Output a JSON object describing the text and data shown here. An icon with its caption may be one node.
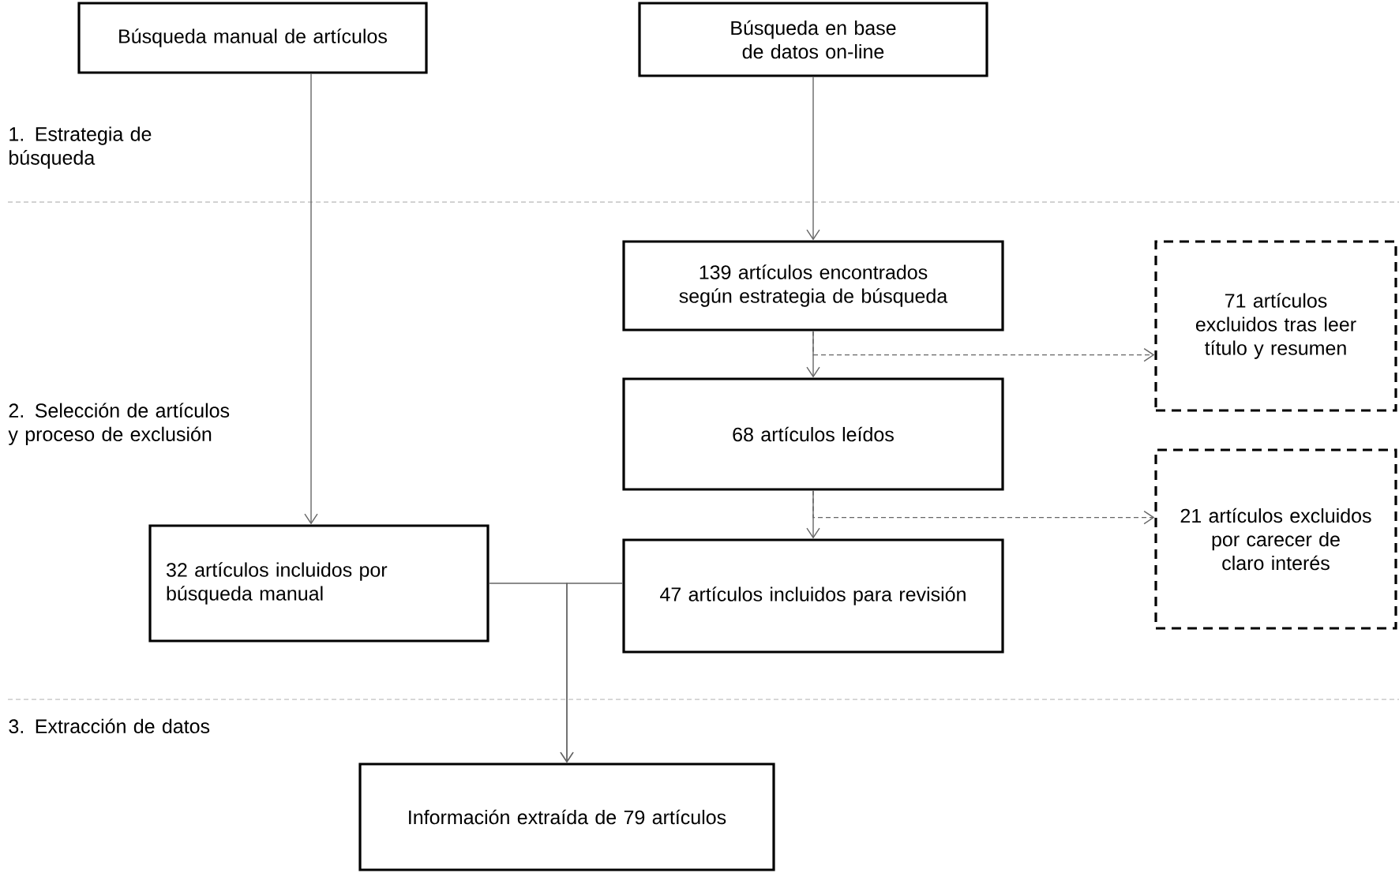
{
  "diagram": {
    "nodes": [
      {
        "text": [
          "Búsqueda manual de artículos"
        ]
      },
      {
        "text": [
          "Búsqueda en base de datos on-line"
        ]
      },
      {
        "text": [
          "139 artículos encontrados según estrategia de búsqueda"
        ]
      },
      {
        "text": [
          "71 artículos excluidos tras leer título y resumen"
        ]
      },
      {
        "text": [
          "68 artículos leídos"
        ]
      },
      {
        "text": [
          "21 artículos excluidos por carecer de claro interés"
        ]
      },
      {
        "text": [
          "32 artículos incluidos por búsqueda manual"
        ]
      },
      {
        "text": [
          "47 artículos incluidos para revisión"
        ]
      },
      {
        "text": [
          "Información extraída de 79 artículos"
        ]
      }
    ],
    "edges": [
      {
        "from": 0,
        "to": 6,
        "arrow": "to"
      },
      {
        "from": 1,
        "to": 2,
        "arrow": "to"
      },
      {
        "from": 2,
        "to": 4,
        "arrow": "to"
      },
      {
        "from": 2,
        "to": 3,
        "arrow": "to",
        "style": "dashed"
      },
      {
        "from": 4,
        "to": 7,
        "arrow": "to"
      },
      {
        "from": 4,
        "to": 5,
        "arrow": "to",
        "style": "dashed"
      },
      {
        "from": 6,
        "to": 8,
        "arrow": "to"
      },
      {
        "from": 7,
        "to": 8,
        "arrow": "to"
      }
    ],
    "labels": [
      "1. Estrategia de búsqueda",
      "2. Selección de artículos y proceso de exclusión",
      "3. Extracción de datos"
    ]
  }
}
